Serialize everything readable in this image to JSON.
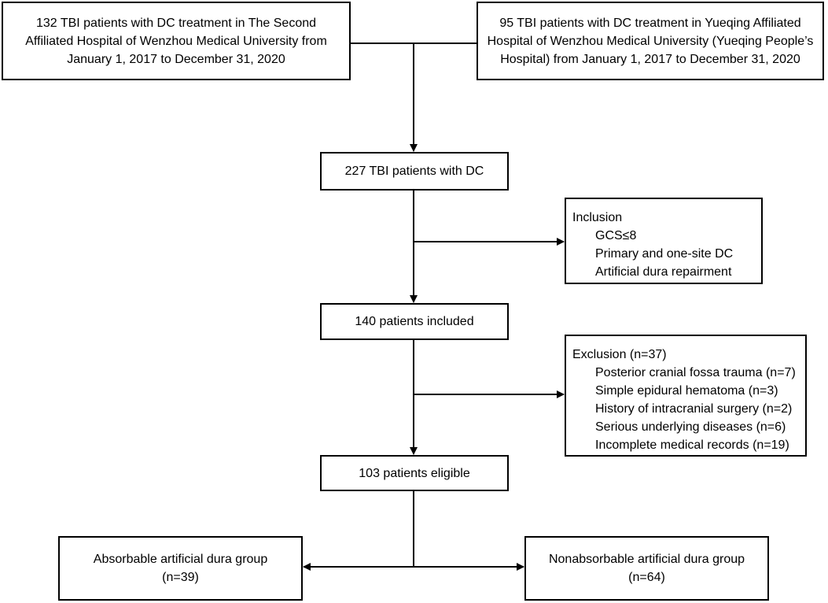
{
  "source_left": {
    "lines": [
      "132 TBI patients with DC treatment in The Second",
      "Affiliated Hospital of Wenzhou Medical University from",
      "January 1, 2017 to December 31, 2020"
    ]
  },
  "source_right": {
    "lines": [
      "95 TBI patients with DC treatment in Yueqing Affiliated",
      "Hospital of Wenzhou Medical University (Yueqing People’s",
      "Hospital) from January 1, 2017 to December 31, 2020"
    ]
  },
  "merged": {
    "label": "227 TBI patients with DC"
  },
  "inclusion": {
    "title": "Inclusion",
    "items": [
      "GCS≤8",
      "Primary and one-site DC",
      "Artificial dura repairment"
    ]
  },
  "included": {
    "label": "140 patients included"
  },
  "exclusion": {
    "title": "Exclusion (n=37)",
    "items": [
      "Posterior cranial fossa trauma (n=7)",
      "Simple epidural hematoma (n=3)",
      "History of intracranial surgery (n=2)",
      "Serious underlying diseases (n=6)",
      "Incomplete medical records (n=19)"
    ]
  },
  "eligible": {
    "label": "103 patients eligible"
  },
  "group_absorbable": {
    "label": "Absorbable artificial dura group",
    "n": "(n=39)"
  },
  "group_nonabsorbable": {
    "label": "Nonabsorbable artificial dura group",
    "n": "(n=64)"
  }
}
